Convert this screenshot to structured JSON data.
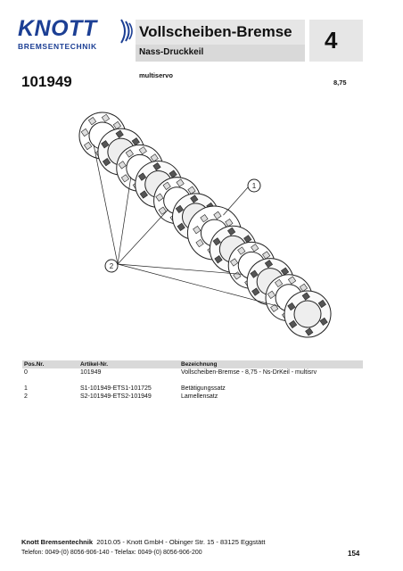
{
  "brand": {
    "name": "KNOTT",
    "sub": "BREMSENTECHNIK",
    "color": "#1c3f94"
  },
  "header": {
    "title": "Vollscheiben-Bremse",
    "subtitle": "Nass-Druckkeil",
    "chapter": "4"
  },
  "product": {
    "part_no": "101949",
    "variant": "multiservo",
    "size": "8,75"
  },
  "drawing": {
    "callouts": [
      "1",
      "2"
    ]
  },
  "table": {
    "headers": [
      "Pos.Nr.",
      "Artikel-Nr.",
      "Bezeichnung"
    ],
    "rows": [
      {
        "pos": "0",
        "article": "101949",
        "desc": "Vollscheiben-Bremse - 8,75 - Ns-DrKeil - multisrv"
      },
      {
        "pos": "1",
        "article": "S1-101949-ETS1-101725",
        "desc": "Betätigungssatz"
      },
      {
        "pos": "2",
        "article": "S2-101949-ETS2-101949",
        "desc": "Lamellensatz"
      }
    ]
  },
  "footer": {
    "company": "Knott Bremsentechnik",
    "address": "2010.05 - Knott GmbH - Obinger Str. 15 - 83125 Eggstätt",
    "phone": "Telefon: 0049-(0) 8056-906-140 - Telefax: 0049-(0) 8056-906-200",
    "page": "154"
  }
}
